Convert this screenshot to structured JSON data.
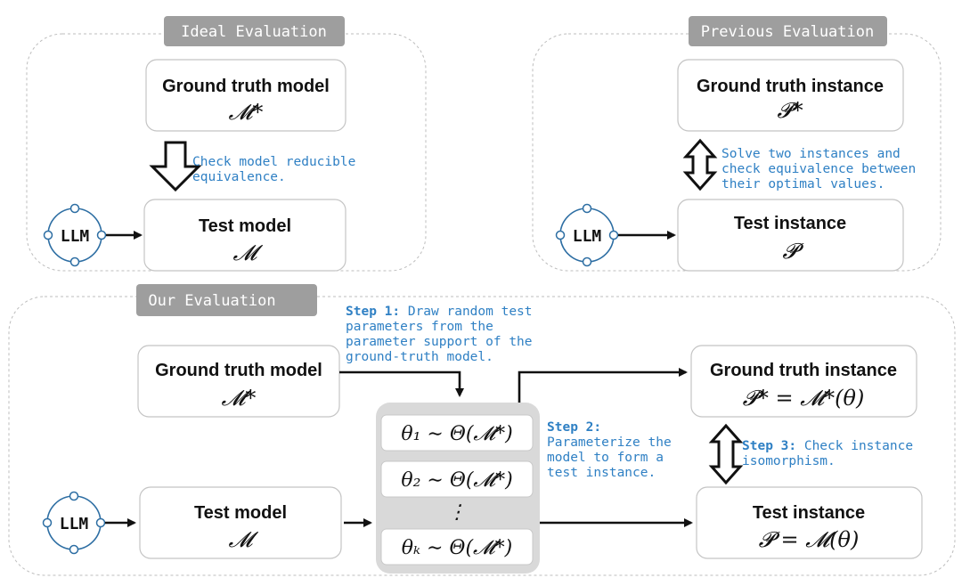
{
  "ideal": {
    "tag": "Ideal Evaluation",
    "ground_title": "Ground truth model",
    "ground_math": "𝓜*",
    "note_lines": [
      "Check model reducible",
      "equivalence."
    ],
    "test_title": "Test model",
    "test_math": "𝓜",
    "llm": "LLM"
  },
  "previous": {
    "tag": "Previous Evaluation",
    "ground_title": "Ground truth instance",
    "ground_math": "𝓟*",
    "note_lines": [
      "Solve two instances and",
      "check equivalence between",
      "their optimal values."
    ],
    "test_title": "Test  instance",
    "test_math": "𝓟",
    "llm": "LLM"
  },
  "ours": {
    "tag": "Our Evaluation",
    "ground_model_title": "Ground truth model",
    "ground_model_math": "𝓜*",
    "test_model_title": "Test model",
    "test_model_math": "𝓜",
    "llm": "LLM",
    "step1_key": "Step 1:",
    "step1_lines": [
      " Draw random test",
      "parameters from the",
      "parameter support of the",
      "ground-truth model."
    ],
    "theta_1": "θ₁ ∼ Θ(𝓜*)",
    "theta_2": "θ₂ ∼ Θ(𝓜*)",
    "theta_dots": "⋮",
    "theta_k": "θₖ ∼ Θ(𝓜*)",
    "step2_key": "Step 2:",
    "step2_lines": [
      "Parameterize the",
      "model to form a",
      "test instance."
    ],
    "ground_inst_title": "Ground truth instance",
    "ground_inst_math": "𝓟* = 𝓜*(θ)",
    "step3_key": "Step 3:",
    "step3_lines": [
      " Check instance",
      "isomorphism."
    ],
    "test_inst_title": "Test  instance",
    "test_inst_math": "𝓟 = 𝓜(θ)"
  }
}
